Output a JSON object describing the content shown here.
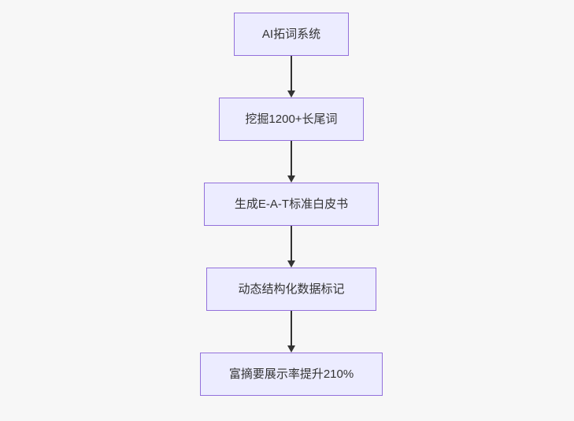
{
  "flowchart": {
    "direction": "top-down",
    "colors": {
      "canvas_background": "#f7f7f7",
      "node_fill": "#ECECFF",
      "node_border": "#9370DB",
      "node_text": "#333333",
      "arrow": "#333333"
    },
    "nodes": [
      {
        "id": "n1",
        "label": "AI拓词系统"
      },
      {
        "id": "n2",
        "label": "挖掘1200+长尾词"
      },
      {
        "id": "n3",
        "label": "生成E-A-T标准白皮书"
      },
      {
        "id": "n4",
        "label": "动态结构化数据标记"
      },
      {
        "id": "n5",
        "label": "富摘要展示率提升210%"
      }
    ],
    "edges": [
      {
        "from": "n1",
        "to": "n2"
      },
      {
        "from": "n2",
        "to": "n3"
      },
      {
        "from": "n3",
        "to": "n4"
      },
      {
        "from": "n4",
        "to": "n5"
      }
    ]
  }
}
